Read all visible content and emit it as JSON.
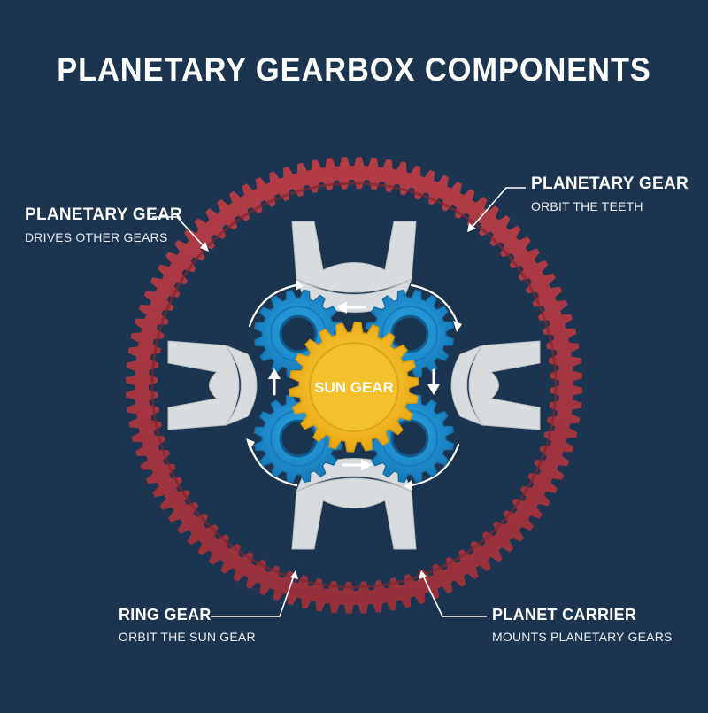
{
  "title": "PLANETARY GEARBOX COMPONENTS",
  "center_label": "SUN GEAR",
  "callouts": {
    "top_left": {
      "heading": "PLANETARY GEAR",
      "subtitle": "DRIVES OTHER GEARS"
    },
    "top_right": {
      "heading": "PLANETARY GEAR",
      "subtitle": "ORBIT THE TEETH"
    },
    "bottom_left": {
      "heading": "RING GEAR",
      "subtitle": "ORBIT THE SUN GEAR"
    },
    "bottom_right": {
      "heading": "PLANET CARRIER",
      "subtitle": "MOUNTS PLANETARY GEARS"
    }
  },
  "colors": {
    "background": "#1b3550",
    "ring_gear": "#a8343f",
    "carrier": "#d9dcde",
    "planet_gear": "#1e9ad6",
    "sun_gear": "#f3bd1f",
    "arrows": "#ffffff"
  }
}
